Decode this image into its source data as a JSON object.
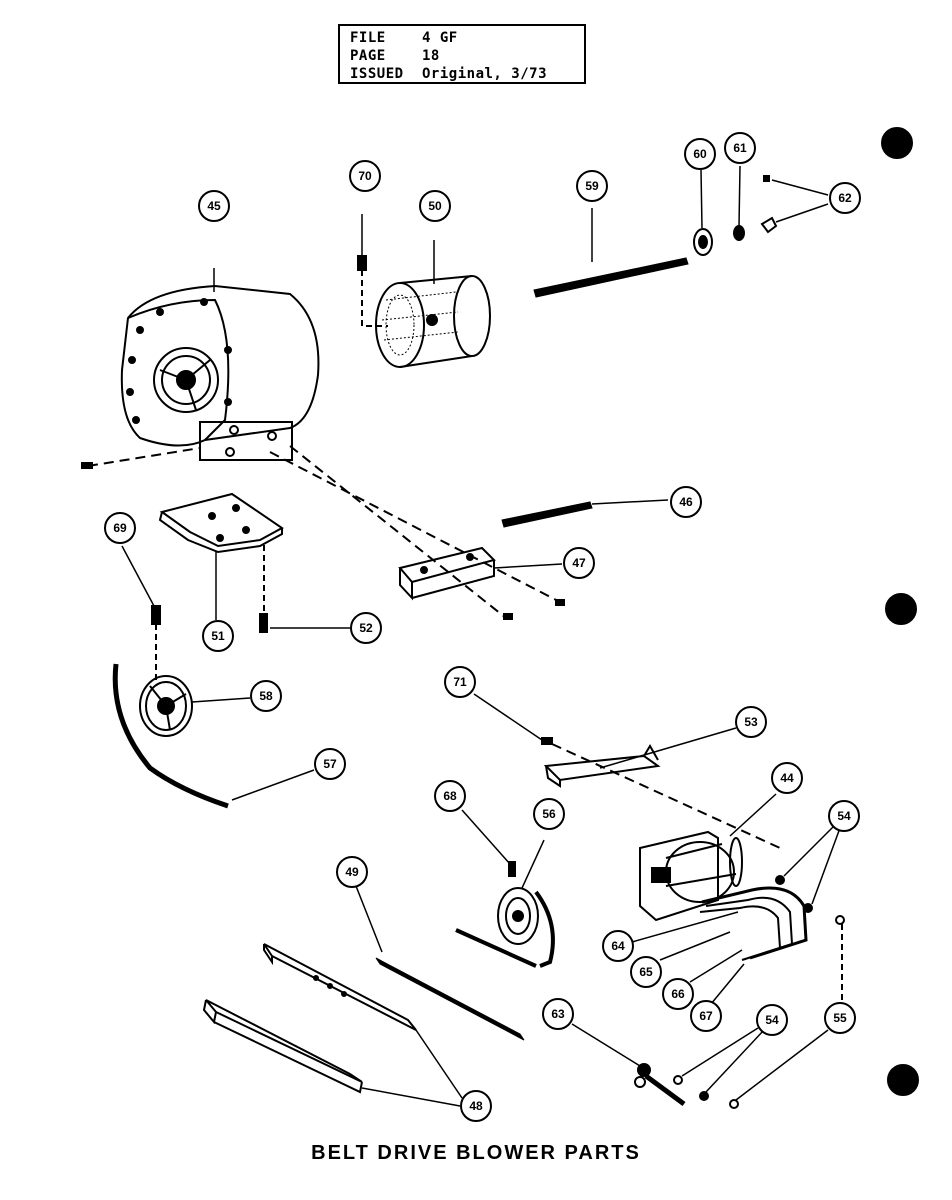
{
  "header": {
    "file_label": "FILE",
    "file_value": "4 GF",
    "page_label": "PAGE",
    "page_value": "18",
    "issued_label": "ISSUED",
    "issued_value": "Original, 3/73"
  },
  "caption": "BELT DRIVE BLOWER PARTS",
  "callouts": {
    "c44": "44",
    "c45": "45",
    "c46": "46",
    "c47": "47",
    "c48": "48",
    "c49": "49",
    "c50": "50",
    "c51": "51",
    "c52": "52",
    "c53": "53",
    "c54a": "54",
    "c54b": "54",
    "c55": "55",
    "c56": "56",
    "c57": "57",
    "c58": "58",
    "c59": "59",
    "c60": "60",
    "c61": "61",
    "c62": "62",
    "c63": "63",
    "c64": "64",
    "c65": "65",
    "c66": "66",
    "c67": "67",
    "c68": "68",
    "c69": "69",
    "c70": "70",
    "c71": "71"
  }
}
